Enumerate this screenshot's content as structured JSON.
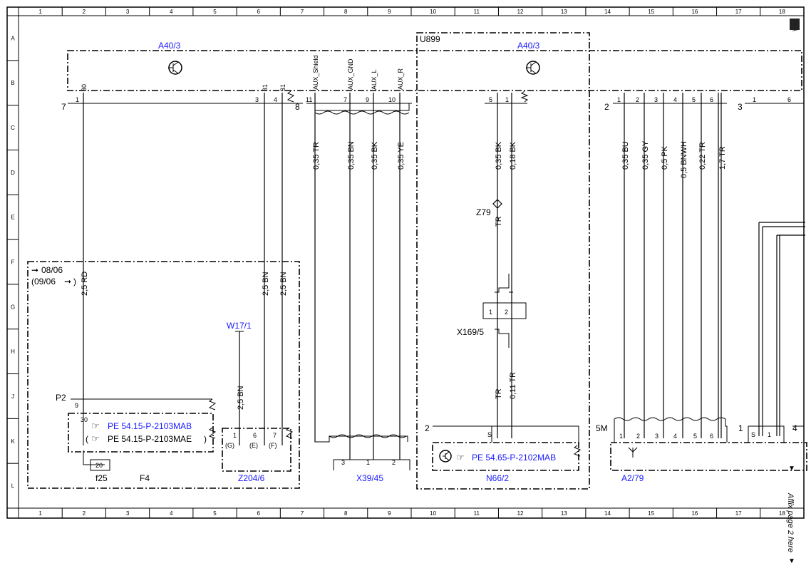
{
  "frame": {
    "cols": [
      "1",
      "2",
      "3",
      "4",
      "5",
      "6",
      "7",
      "8",
      "9",
      "10",
      "11",
      "12",
      "13",
      "14",
      "15",
      "16",
      "17",
      "18"
    ],
    "rows": [
      "A",
      "B",
      "C",
      "D",
      "E",
      "F",
      "G",
      "H",
      "J",
      "K",
      "L"
    ]
  },
  "components": {
    "a40_3_left": "A40/3",
    "a40_3_right": "A40/3",
    "u899": "U899",
    "w17_1": "W17/1",
    "z79": "Z79",
    "x169_5": "X169/5",
    "p2": "P2",
    "f25": "f25",
    "f4": "F4",
    "z204_6": "Z204/6",
    "x39_45": "X39/45",
    "n66_2": "N66/2",
    "a2_79": "A2/79"
  },
  "connector_labels": {
    "c7": "7",
    "c8": "8",
    "c2": "2",
    "c3": "3",
    "c2b": "2",
    "c5m": "5M",
    "c1": "1",
    "c4": "4"
  },
  "pins": {
    "p1": "1",
    "p30": "30",
    "p3": "3",
    "p31a": "31",
    "p4": "4",
    "p31b": "31",
    "p11": "11",
    "p7": "7",
    "p9": "9",
    "p10": "10",
    "p5": "5",
    "p1b": "1",
    "r1": "1",
    "r2": "2",
    "r3": "3",
    "r4": "4",
    "r5": "5",
    "r6": "6",
    "s1": "1",
    "s6": "6",
    "x1": "1",
    "x2": "2",
    "p9b": "9",
    "p30b": "30",
    "p20": "20",
    "z1": "1",
    "z6": "6",
    "z7": "7",
    "zG": "(G)",
    "zE": "(E)",
    "zF": "(F)",
    "b3": "3",
    "b1": "1",
    "b2": "2",
    "S": "S",
    "S2": "S",
    "k1": "1",
    "k2": "2",
    "k3": "3",
    "k4": "4",
    "k5": "5",
    "k6": "6",
    "m1": "1"
  },
  "signals": [
    "AUX_Shield",
    "AUX_GND",
    "AUX_L",
    "AUX_R"
  ],
  "wires": {
    "w1": "2,5 RD",
    "w2": "2,5 BN",
    "w3": "2,5 BN",
    "w4": "0,35 TR",
    "w5": "0,35 BN",
    "w6": "0,35 BK",
    "w7": "0,35 YE",
    "w8": "0,35 BK",
    "w9": "0,18 BK",
    "w10": "TR",
    "w11": "TR",
    "w12": "0,11 TR",
    "w13": "0,35 BU",
    "w14": "0,35 GY",
    "w15": "0,5 PK",
    "w16": "0,5 BNWH",
    "w17": "0,22 TR",
    "w18": "1,7 TR",
    "w19": "2,5 BN"
  },
  "notes": {
    "date_from": "08/06",
    "date_to": "(09/06",
    "date_to_end": ")"
  },
  "refs": {
    "pe1": "PE 54.15-P-2103MAB",
    "pe2": "PE 54.15-P-2103MAE",
    "pe2_open": "(",
    "pe2_close": ")",
    "pe3": "PE 54.65-P-2102MAB"
  },
  "side_note": "Affix page 2 here",
  "colors": {
    "link": "#1a1aff",
    "line": "#000000"
  }
}
